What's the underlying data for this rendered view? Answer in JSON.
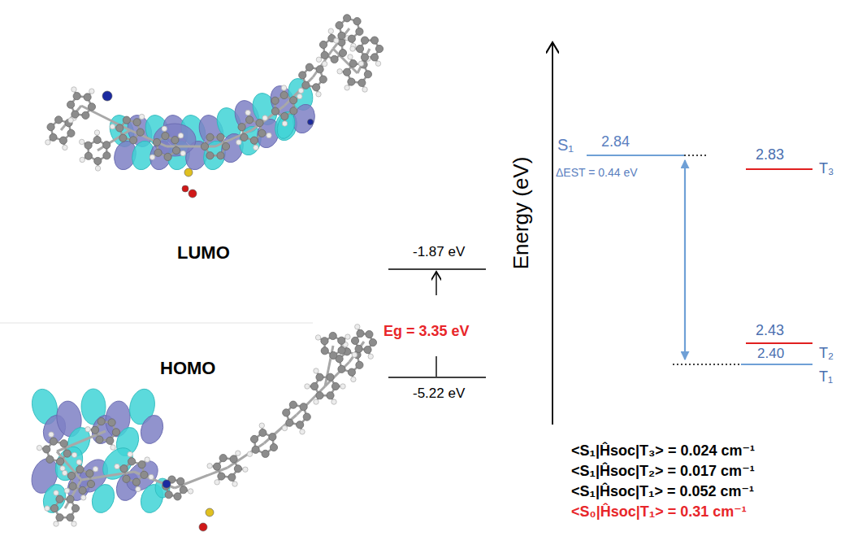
{
  "diagram": {
    "labels": [
      "LUMO",
      "HOMO",
      "-1.87 eV",
      "Eg = 3.35 eV",
      "-5.22 eV",
      "Energy (eV)",
      "S₁",
      "2.84",
      "ΔEST = 0.44 eV",
      "2.83",
      "T₃",
      "2.43",
      "T₂",
      "2.40",
      "T₁",
      "<S₁|Ĥsoc|T₃> = 0.024 cm⁻¹",
      "<S₁|Ĥsoc|T₂> = 0.017 cm⁻¹",
      "<S₁|Ĥsoc|T₁> = 0.052 cm⁻¹",
      "<S₀|Ĥsoc|T₁> = 0.31 cm⁻¹"
    ]
  }
}
